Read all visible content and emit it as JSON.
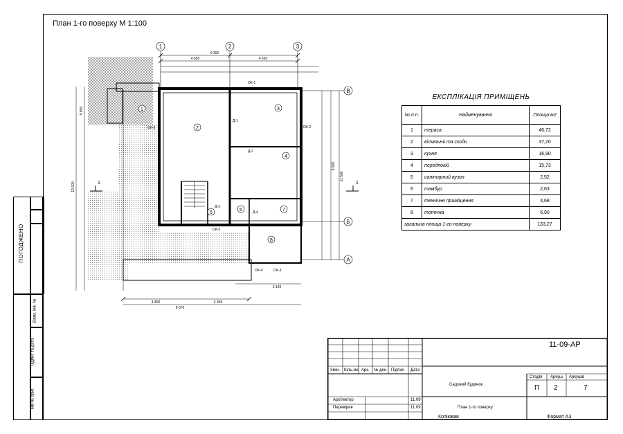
{
  "title": "План 1-го поверху М 1:100",
  "side_panel": {
    "agreed": "ПОГОДЖЕНО",
    "replaces_inv": "Взам. інв. №",
    "signature_date": "Підпис та дата",
    "original_inv": "Інв № ориг."
  },
  "plan": {
    "axes": [
      "1",
      "2",
      "3",
      "В",
      "Б",
      "А"
    ],
    "rooms": [
      "1",
      "2",
      "3",
      "4",
      "5",
      "6",
      "7",
      "8"
    ],
    "section_mark": "1",
    "dims_top": [
      "9 300",
      "4 650",
      "4 650"
    ],
    "dims_bottom": [
      "4 400",
      "4 305",
      "8 670",
      "3 120"
    ],
    "dims_right": [
      "8 900",
      "11 500"
    ],
    "dims_left": [
      "12 000",
      "5 895"
    ],
    "openings": [
      "ОК-1",
      "ОК-2",
      "ОК-3",
      "ОК-4",
      "ОК-5",
      "ОК-6",
      "Д-1",
      "Д-2",
      "Д-3",
      "Д-4"
    ]
  },
  "explication": {
    "title": "ЕКСПЛІКАЦІЯ ПРИМІЩЕНЬ",
    "headers": [
      "№ п.п.",
      "Найменування",
      "Площа м2"
    ],
    "rows": [
      {
        "n": "1",
        "name": "тераса",
        "area": "46,72"
      },
      {
        "n": "2",
        "name": "вітальня та сходи",
        "area": "37,20"
      },
      {
        "n": "3",
        "name": "кухня",
        "area": "16,90"
      },
      {
        "n": "4",
        "name": "передпокій",
        "area": "15,73"
      },
      {
        "n": "5",
        "name": "санітарний вузол",
        "area": "2,52"
      },
      {
        "n": "6",
        "name": "тамбур",
        "area": "2,63"
      },
      {
        "n": "7",
        "name": "технічне приміщення",
        "area": "4,68"
      },
      {
        "n": "8",
        "name": "топочна",
        "area": "6,90"
      }
    ],
    "total_label": "загальна площа 1-го поверху",
    "total_area": "133,27"
  },
  "title_block": {
    "code": "11-09-АР",
    "col_headers": [
      "Змін.",
      "Кіль.зм.",
      "Арк.",
      "№ док.",
      "Підпис",
      "Дата"
    ],
    "project": "Садовий будинок",
    "stage_label": "Стадія",
    "sheet_label": "Аркуш",
    "sheets_label": "Аркушів",
    "stage": "П",
    "sheet": "2",
    "sheets": "7",
    "drawing_name": "План 1-го поверху",
    "architect_label": "Архітектор",
    "architect_date": "11.09",
    "checked_label": "Перевірив",
    "checked_date": "11.09",
    "copied": "Копіював",
    "format": "Формат А3"
  }
}
